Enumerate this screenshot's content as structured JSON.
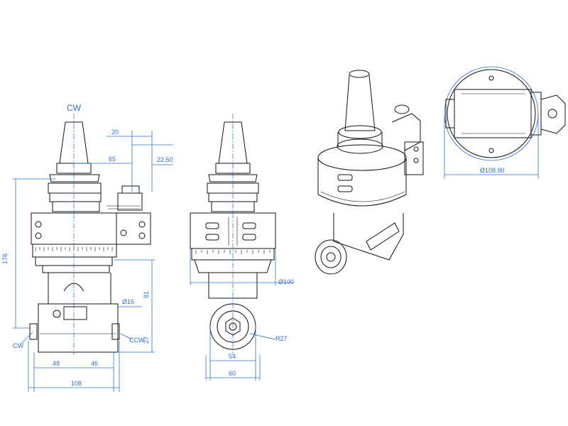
{
  "labels": {
    "cw_top": "CW",
    "cw_side": "CW",
    "ccw_side": "CCW"
  },
  "dimensions": {
    "d20": "20",
    "d65": "65",
    "d22_50": "22.50",
    "d176": "176",
    "d81": "81",
    "d27": "27",
    "d16": "Ø16",
    "d48": "48",
    "d46": "46",
    "d108": "108",
    "d100": "Ø100",
    "dR27": "R27",
    "d54": "54",
    "d60": "60",
    "d108_90": "Ø108.90"
  },
  "colors": {
    "dimension": "#2a6fd6",
    "outline": "#111111"
  }
}
